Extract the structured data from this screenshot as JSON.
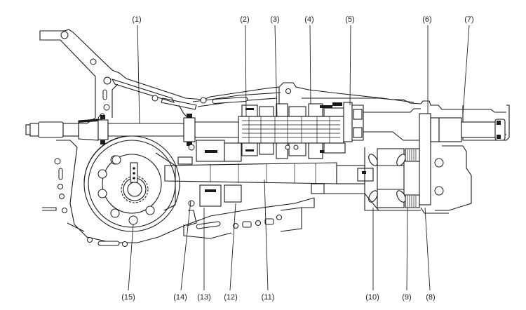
{
  "figure": {
    "type": "cross-section-diagram",
    "subject": "transmission assembly cross section",
    "callouts_top": [
      {
        "id": 1,
        "label": "(1)"
      },
      {
        "id": 2,
        "label": "(2)"
      },
      {
        "id": 3,
        "label": "(3)"
      },
      {
        "id": 4,
        "label": "(4)"
      },
      {
        "id": 5,
        "label": "(5)"
      },
      {
        "id": 6,
        "label": "(6)"
      },
      {
        "id": 7,
        "label": "(7)"
      }
    ],
    "callouts_bottom": [
      {
        "id": 15,
        "label": "(15)"
      },
      {
        "id": 14,
        "label": "(14)"
      },
      {
        "id": 13,
        "label": "(13)"
      },
      {
        "id": 12,
        "label": "(12)"
      },
      {
        "id": 11,
        "label": "(11)"
      },
      {
        "id": 10,
        "label": "(10)"
      },
      {
        "id": 9,
        "label": "(9)"
      },
      {
        "id": 8,
        "label": "(8)"
      }
    ],
    "line_color": "#1a1a1a",
    "background": "#ffffff"
  }
}
